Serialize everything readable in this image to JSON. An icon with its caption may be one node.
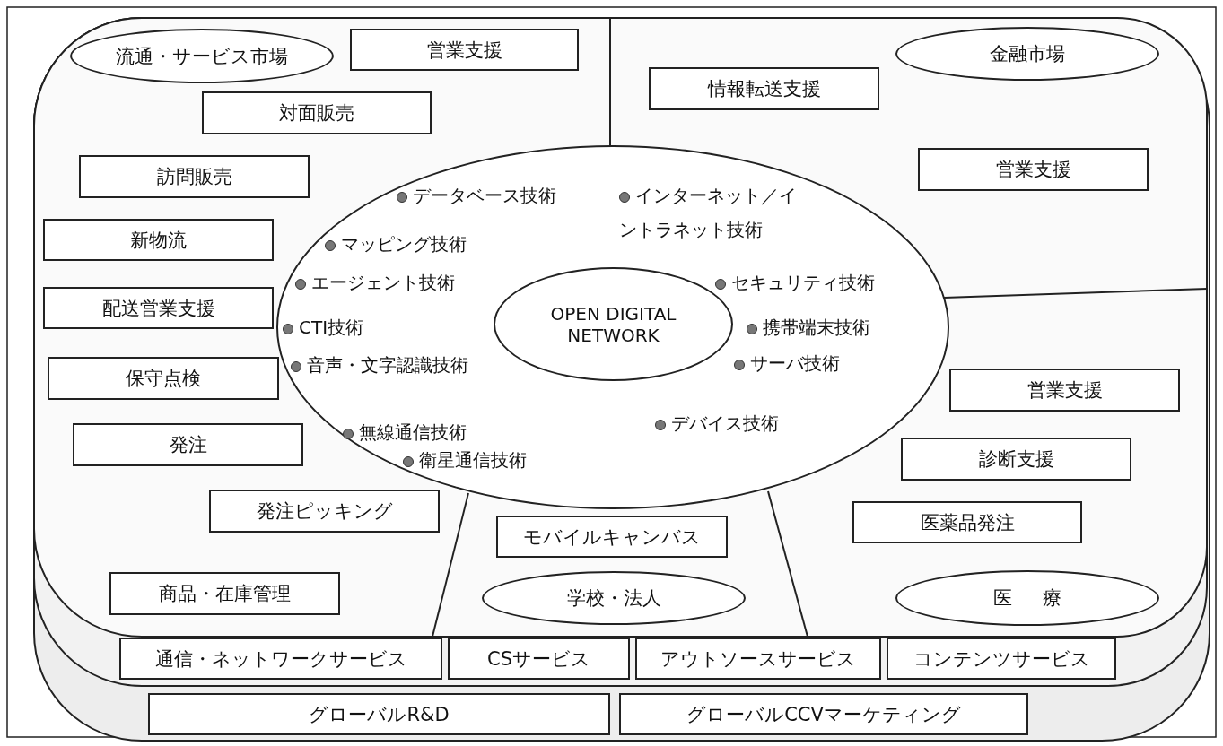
{
  "diagram": {
    "nodes": [
      {
        "text": [
          "流通・サービス市場"
        ]
      },
      {
        "text": [
          "営業支援"
        ]
      },
      {
        "text": [
          "金融市場"
        ]
      },
      {
        "text": [
          "情報転送支援"
        ]
      },
      {
        "text": [
          "対面販売"
        ]
      },
      {
        "text": [
          "訪問販売"
        ]
      },
      {
        "text": [
          "営業支援"
        ]
      },
      {
        "text": [
          "データベース技術",
          "インターネット／イントラネット技術",
          "マッピング技術",
          "エージェント技術",
          "セキュリティ技術",
          "CTI技術",
          "携帯端末技術",
          "音声・文字認識技術",
          "サーバ技術",
          "無線通信技術",
          "デバイス技術",
          "衛星通信技術"
        ]
      },
      {
        "text": [
          "OPEN DIGITAL NETWORK"
        ],
        "in": 7
      },
      {
        "text": [
          "新物流"
        ]
      },
      {
        "text": [
          "配送営業支援"
        ]
      },
      {
        "text": [
          "保守点検"
        ]
      },
      {
        "text": [
          "営業支援"
        ]
      },
      {
        "text": [
          "発注"
        ]
      },
      {
        "text": [
          "診断支援"
        ]
      },
      {
        "text": [
          "発注ピッキング"
        ]
      },
      {
        "text": [
          "医薬品発注"
        ]
      },
      {
        "text": [
          "モバイルキャンバス"
        ]
      },
      {
        "text": [
          "商品・在庫管理"
        ]
      },
      {
        "text": [
          "学校・法人"
        ]
      },
      {
        "text": [
          "医療"
        ]
      },
      {
        "text": [
          "通信・ネットワークサービス"
        ]
      },
      {
        "text": [
          "CSサービス"
        ]
      },
      {
        "text": [
          "アウトソースサービス"
        ]
      },
      {
        "text": [
          "コンテンツサービス"
        ]
      },
      {
        "text": [
          "グローバルR&D"
        ]
      },
      {
        "text": [
          "グローバルCCVマーケティング"
        ]
      }
    ]
  }
}
